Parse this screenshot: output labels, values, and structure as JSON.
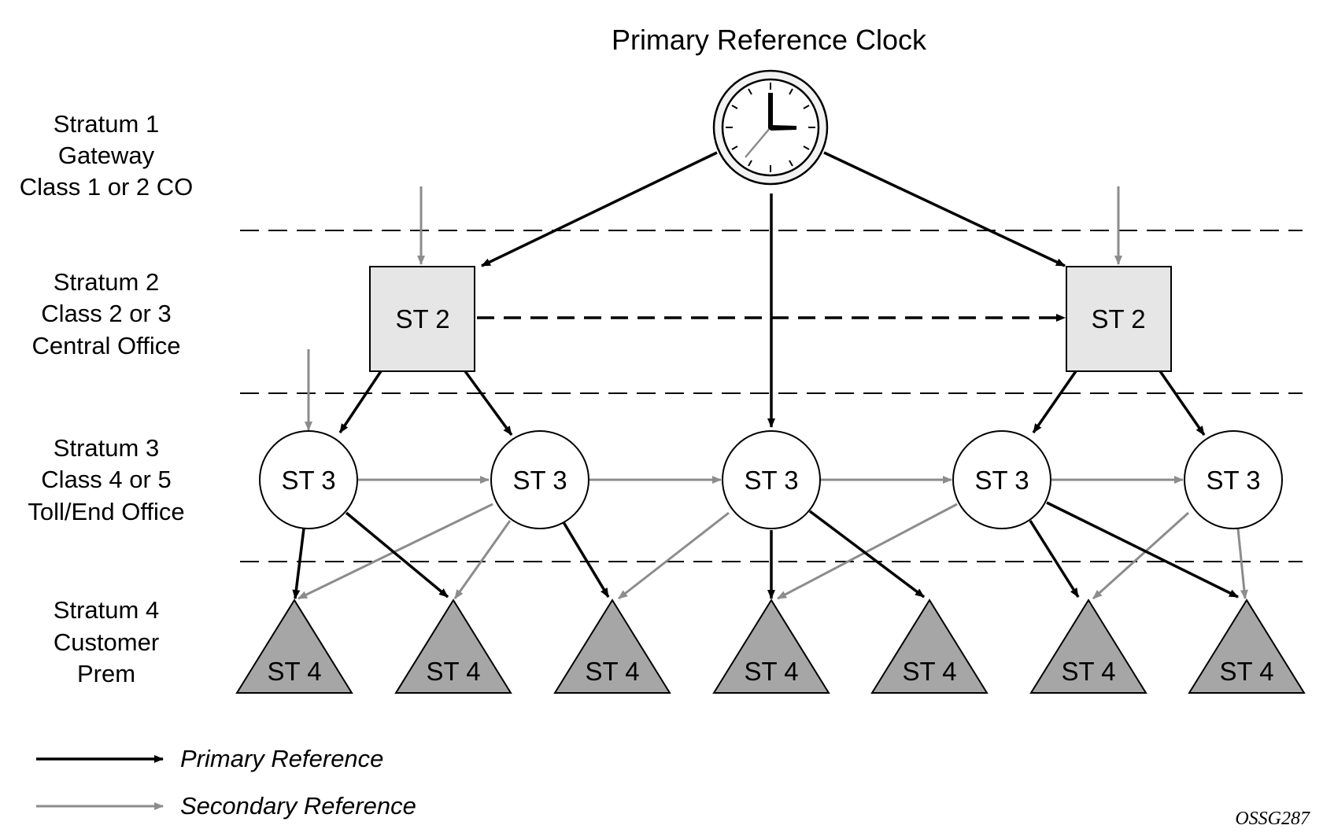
{
  "title": "Primary Reference Clock",
  "strata": [
    {
      "lines": [
        "Stratum 1",
        "Gateway",
        "Class 1 or 2 CO"
      ]
    },
    {
      "lines": [
        "Stratum 2",
        "Class 2 or 3",
        "Central Office"
      ]
    },
    {
      "lines": [
        "Stratum 3",
        "Class 4 or 5",
        "Toll/End Office"
      ]
    },
    {
      "lines": [
        "Stratum 4",
        "Customer",
        "Prem"
      ]
    }
  ],
  "nodes": {
    "st2_left": "ST 2",
    "st2_right": "ST 2",
    "st3": [
      "ST 3",
      "ST 3",
      "ST 3",
      "ST 3",
      "ST 3"
    ],
    "st4": [
      "ST 4",
      "ST 4",
      "ST 4",
      "ST 4",
      "ST 4",
      "ST 4",
      "ST 4"
    ]
  },
  "legend": {
    "primary": "Primary Reference",
    "secondary": "Secondary Reference"
  },
  "figure_code": "OSSG287",
  "colors": {
    "primary": "#000000",
    "secondary": "#8c8c8c",
    "st2_fill": "#e6e6e6",
    "st4_fill": "#a6a6a6"
  }
}
